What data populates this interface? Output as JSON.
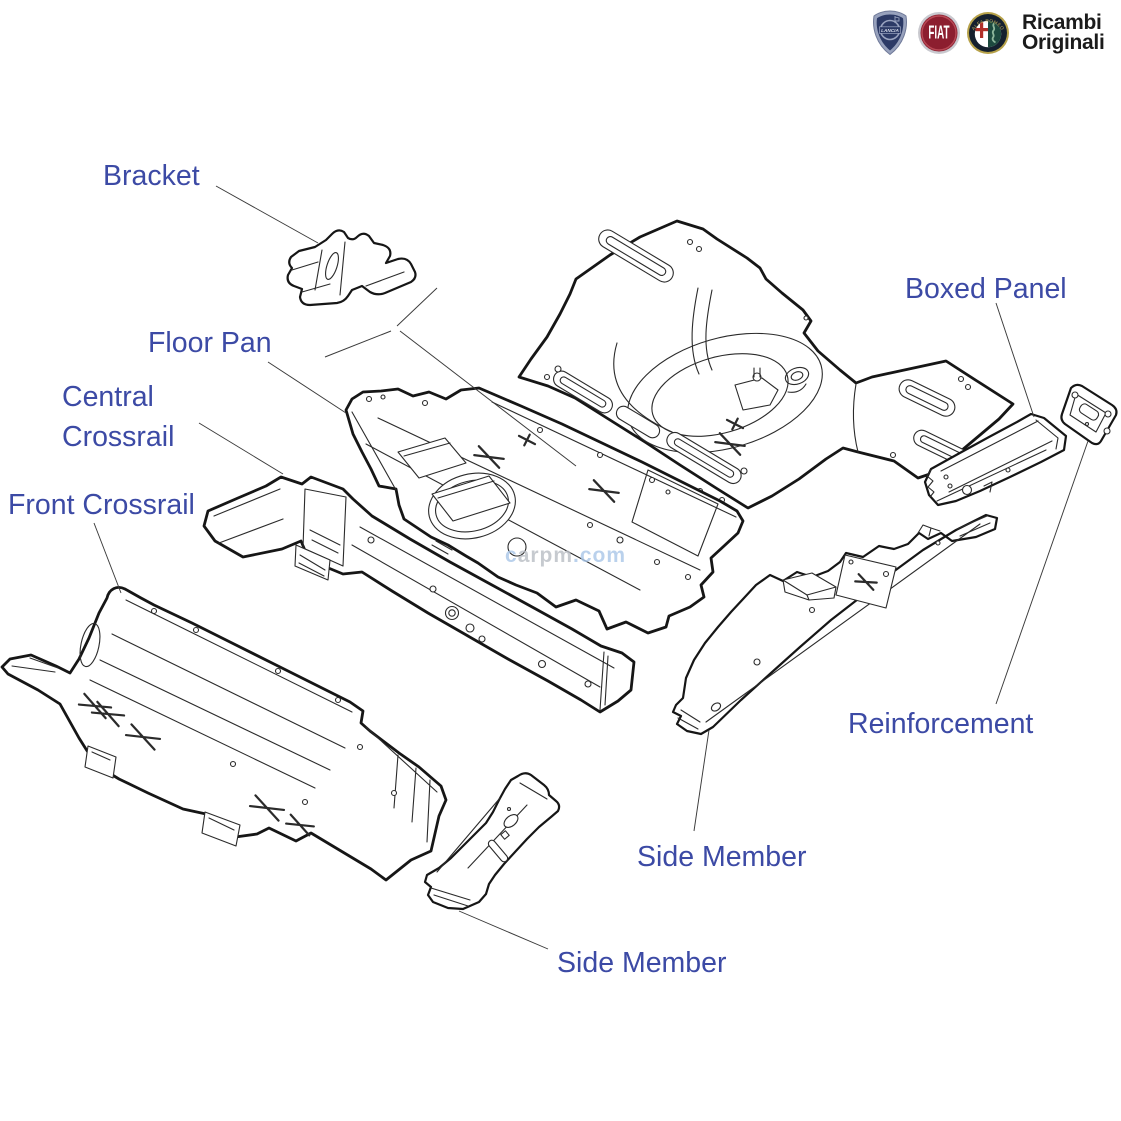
{
  "header": {
    "brand": {
      "line1": "Ricambi",
      "line2": "Originali"
    },
    "logos": {
      "lancia_text": "LANCIA",
      "fiat_text": "FIAT",
      "alfa_text": "ALFA ROMEO"
    }
  },
  "diagram": {
    "label_color": "#3c4aa5",
    "line_color": "#161616",
    "watermark": {
      "prefix": "c",
      "middle": "arpm",
      "suffix": ".com"
    },
    "labels": {
      "bracket": "Bracket",
      "floor_pan": "Floor Pan",
      "central_crossrail_line1": "Central",
      "central_crossrail_line2": "Crossrail",
      "front_crossrail": "Front Crossrail",
      "boxed_panel": "Boxed Panel",
      "reinforcement": "Reinforcement",
      "side_member_right": "Side Member",
      "side_member_bottom": "Side Member"
    }
  }
}
